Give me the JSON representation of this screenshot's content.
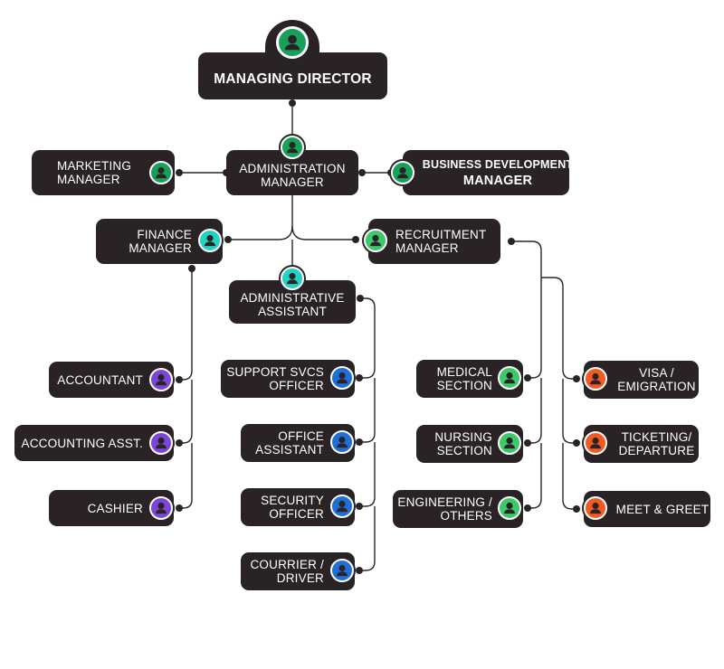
{
  "colors": {
    "box": "#2a2325",
    "line": "#2a2325",
    "green_dark": "#16a05a",
    "green_light": "#3dc86a",
    "teal": "#22d3c5",
    "purple": "#7a45d8",
    "blue": "#1e6fd6",
    "orange": "#f15a22"
  },
  "nodes": {
    "managing_director": {
      "line1": "MANAGING DIRECTOR"
    },
    "marketing_manager": {
      "line1": "MARKETING",
      "line2": "MANAGER"
    },
    "administration_manager": {
      "line1": "ADMINISTRATION",
      "line2": "MANAGER"
    },
    "business_development_manager": {
      "line1": "BUSINESS DEVELOPMENT",
      "line2": "MANAGER"
    },
    "finance_manager": {
      "line1": "FINANCE",
      "line2": "MANAGER"
    },
    "recruitment_manager": {
      "line1": "RECRUITMENT",
      "line2": "MANAGER"
    },
    "administrative_assistant": {
      "line1": "ADMINISTRATIVE",
      "line2": "ASSISTANT"
    },
    "accountant": {
      "line1": "ACCOUNTANT"
    },
    "accounting_asst": {
      "line1": "ACCOUNTING ASST."
    },
    "cashier": {
      "line1": "CASHIER"
    },
    "support_svcs_officer": {
      "line1": "SUPPORT SVCS",
      "line2": "OFFICER"
    },
    "office_assistant": {
      "line1": "OFFICE",
      "line2": "ASSISTANT"
    },
    "security_officer": {
      "line1": "SECURITY",
      "line2": "OFFICER"
    },
    "courrier_driver": {
      "line1": "COURRIER /",
      "line2": "DRIVER"
    },
    "medical_section": {
      "line1": "MEDICAL",
      "line2": "SECTION"
    },
    "nursing_section": {
      "line1": "NURSING",
      "line2": "SECTION"
    },
    "engineering_others": {
      "line1": "ENGINEERING /",
      "line2": "OTHERS"
    },
    "visa_emigration": {
      "line1": "VISA /",
      "line2": "EMIGRATION"
    },
    "ticketing_departure": {
      "line1": "TICKETING/",
      "line2": "DEPARTURE"
    },
    "meet_greet": {
      "line1": "MEET & GREET"
    }
  }
}
